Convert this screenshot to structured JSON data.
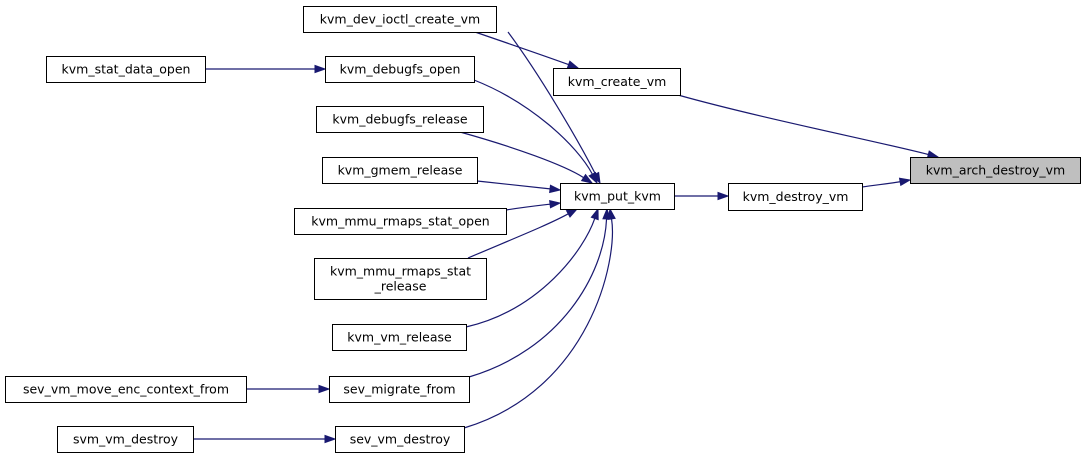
{
  "graph": {
    "root": "kvm_arch_destroy_vm",
    "colors": {
      "edge": "#191970",
      "root_fill": "#bfbfbf",
      "node_fill": "#ffffff",
      "border": "#000000"
    },
    "nodes": [
      {
        "id": "kvm_arch_destroy_vm",
        "lines": [
          "kvm_arch_destroy_vm"
        ],
        "root": true
      },
      {
        "id": "kvm_create_vm",
        "lines": [
          "kvm_create_vm"
        ]
      },
      {
        "id": "kvm_destroy_vm",
        "lines": [
          "kvm_destroy_vm"
        ]
      },
      {
        "id": "kvm_dev_ioctl_create_vm",
        "lines": [
          "kvm_dev_ioctl_create_vm"
        ]
      },
      {
        "id": "kvm_put_kvm",
        "lines": [
          "kvm_put_kvm"
        ]
      },
      {
        "id": "kvm_debugfs_open",
        "lines": [
          "kvm_debugfs_open"
        ]
      },
      {
        "id": "kvm_debugfs_release",
        "lines": [
          "kvm_debugfs_release"
        ]
      },
      {
        "id": "kvm_gmem_release",
        "lines": [
          "kvm_gmem_release"
        ]
      },
      {
        "id": "kvm_mmu_rmaps_stat_open",
        "lines": [
          "kvm_mmu_rmaps_stat_open"
        ]
      },
      {
        "id": "kvm_mmu_rmaps_stat_release",
        "lines": [
          "kvm_mmu_rmaps_stat",
          "_release"
        ]
      },
      {
        "id": "kvm_vm_release",
        "lines": [
          "kvm_vm_release"
        ]
      },
      {
        "id": "sev_migrate_from",
        "lines": [
          "sev_migrate_from"
        ]
      },
      {
        "id": "sev_vm_destroy",
        "lines": [
          "sev_vm_destroy"
        ]
      },
      {
        "id": "kvm_stat_data_open",
        "lines": [
          "kvm_stat_data_open"
        ]
      },
      {
        "id": "sev_vm_move_enc_context_from",
        "lines": [
          "sev_vm_move_enc_context_from"
        ]
      },
      {
        "id": "svm_vm_destroy",
        "lines": [
          "svm_vm_destroy"
        ]
      }
    ],
    "edges": [
      {
        "from": "kvm_create_vm",
        "to": "kvm_arch_destroy_vm"
      },
      {
        "from": "kvm_destroy_vm",
        "to": "kvm_arch_destroy_vm"
      },
      {
        "from": "kvm_dev_ioctl_create_vm",
        "to": "kvm_create_vm"
      },
      {
        "from": "kvm_put_kvm",
        "to": "kvm_destroy_vm"
      },
      {
        "from": "kvm_dev_ioctl_create_vm",
        "to": "kvm_put_kvm"
      },
      {
        "from": "kvm_debugfs_open",
        "to": "kvm_put_kvm"
      },
      {
        "from": "kvm_debugfs_release",
        "to": "kvm_put_kvm"
      },
      {
        "from": "kvm_gmem_release",
        "to": "kvm_put_kvm"
      },
      {
        "from": "kvm_mmu_rmaps_stat_open",
        "to": "kvm_put_kvm"
      },
      {
        "from": "kvm_mmu_rmaps_stat_release",
        "to": "kvm_put_kvm"
      },
      {
        "from": "kvm_vm_release",
        "to": "kvm_put_kvm"
      },
      {
        "from": "sev_migrate_from",
        "to": "kvm_put_kvm"
      },
      {
        "from": "sev_vm_destroy",
        "to": "kvm_put_kvm"
      },
      {
        "from": "kvm_stat_data_open",
        "to": "kvm_debugfs_open"
      },
      {
        "from": "sev_vm_move_enc_context_from",
        "to": "sev_migrate_from"
      },
      {
        "from": "svm_vm_destroy",
        "to": "sev_vm_destroy"
      }
    ]
  }
}
